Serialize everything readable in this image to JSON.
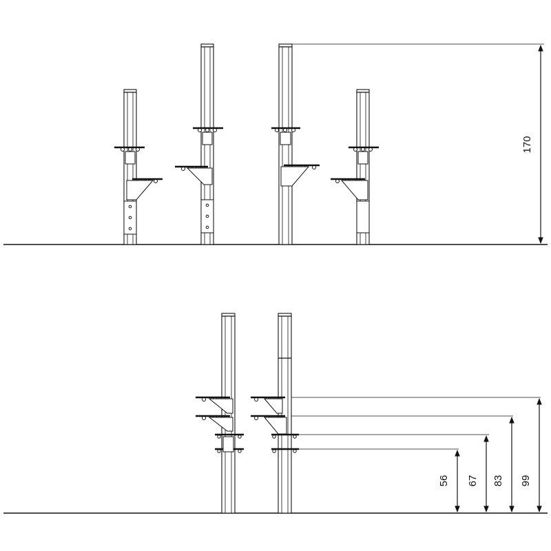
{
  "top_view": {
    "height_label": "170"
  },
  "bottom_view": {
    "labels": [
      "56",
      "67",
      "83",
      "99"
    ]
  }
}
